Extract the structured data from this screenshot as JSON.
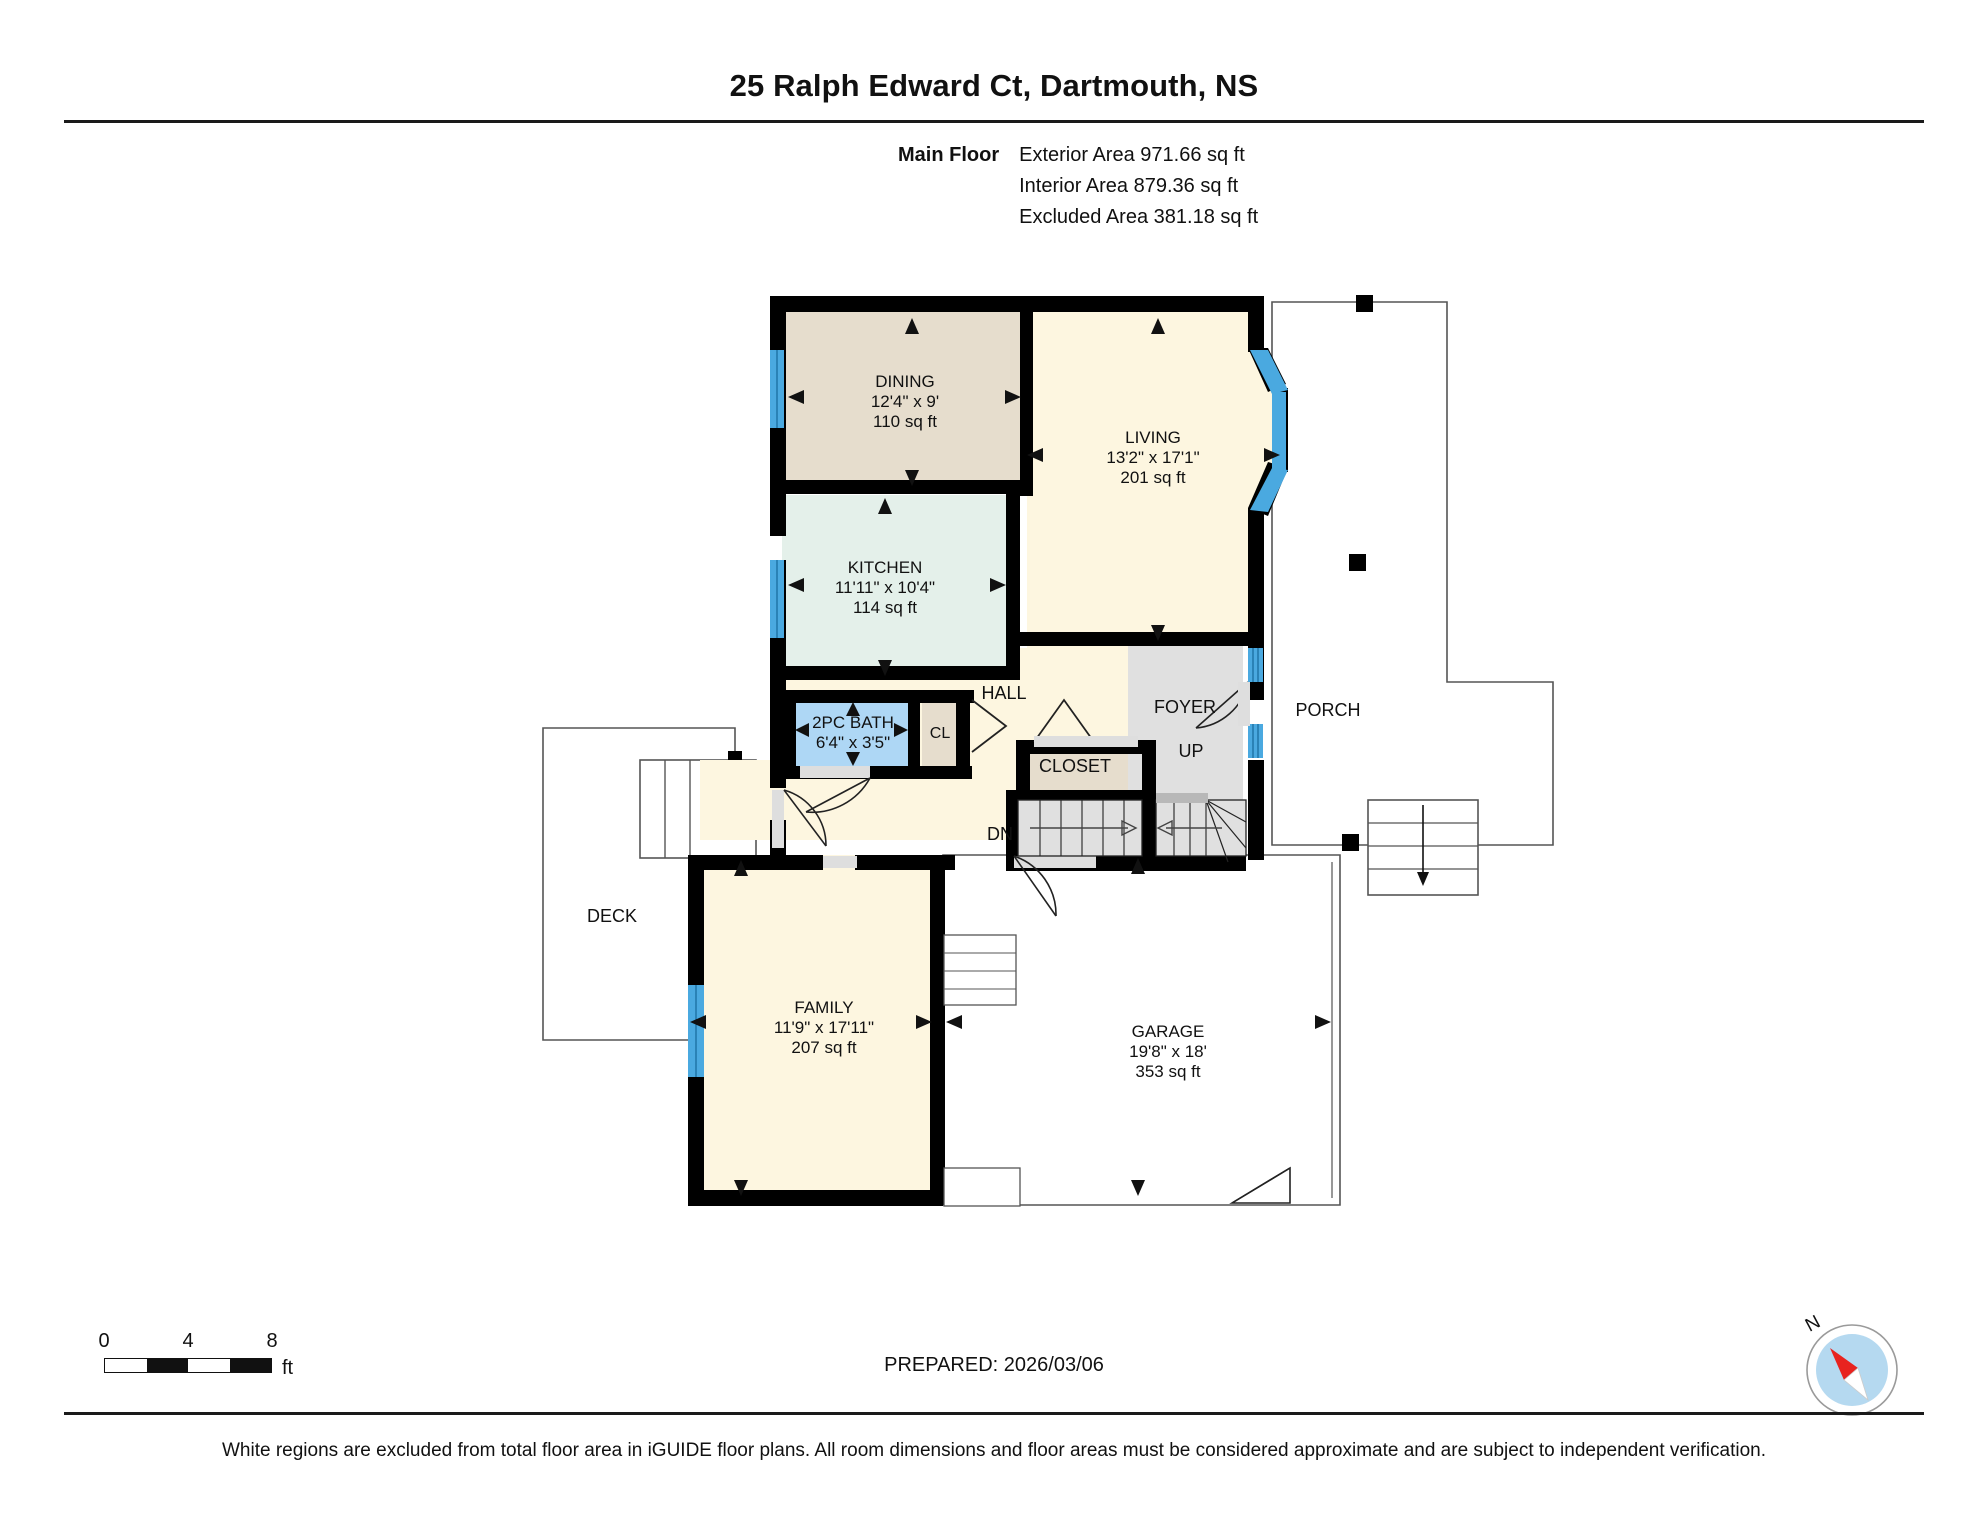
{
  "header": {
    "title": "25 Ralph Edward Ct, Dartmouth, NS"
  },
  "floor_summary": {
    "floor_name": "Main Floor",
    "exterior_area": "Exterior Area 971.66 sq ft",
    "interior_area": "Interior Area 879.36 sq ft",
    "excluded_area": "Excluded Area 381.18 sq ft"
  },
  "rooms": [
    {
      "id": "dining",
      "name": "DINING",
      "dimensions": "12'4\" x 9'",
      "area": "110 sq ft",
      "fill": "#e6ddcd"
    },
    {
      "id": "living",
      "name": "LIVING",
      "dimensions": "13'2\" x 17'1\"",
      "area": "201 sq ft",
      "fill": "#fdf6e0"
    },
    {
      "id": "kitchen",
      "name": "KITCHEN",
      "dimensions": "11'11\" x 10'4\"",
      "area": "114 sq ft",
      "fill": "#e4f0ea"
    },
    {
      "id": "bath",
      "name": "2PC BATH",
      "dimensions": "6'4\" x 3'5\"",
      "area": "",
      "fill": "#aed7f5"
    },
    {
      "id": "family",
      "name": "FAMILY",
      "dimensions": "11'9\" x 17'11\"",
      "area": "207 sq ft",
      "fill": "#fdf6e0"
    },
    {
      "id": "garage",
      "name": "GARAGE",
      "dimensions": "19'8\" x 18'",
      "area": "353 sq ft",
      "fill": "#ffffff"
    }
  ],
  "labels": {
    "hall": "HALL",
    "closet_small": "CL",
    "closet": "CLOSET",
    "foyer": "FOYER",
    "porch": "PORCH",
    "deck": "DECK",
    "stairs_up": "UP",
    "stairs_dn": "DN"
  },
  "scale": {
    "tick_0": "0",
    "tick_1": "4",
    "tick_2": "8",
    "unit": "ft"
  },
  "prepared": {
    "text": "PREPARED: 2026/03/06"
  },
  "compass": {
    "north_label": "N",
    "needle_color": "#e8231f",
    "dial_color": "#b5d9f0"
  },
  "disclaimer": {
    "text": "White regions are excluded from total floor area in iGUIDE floor plans. All room dimensions and floor areas must be considered approximate and are subject to independent verification."
  },
  "colors": {
    "wall": "#000000",
    "window": "#4aa9e0",
    "stairs_fill": "#e0e0e0",
    "foyer_fill": "#e0e0e0",
    "closet_fill": "#e6ddcd",
    "excluded_outline": "#555555"
  }
}
